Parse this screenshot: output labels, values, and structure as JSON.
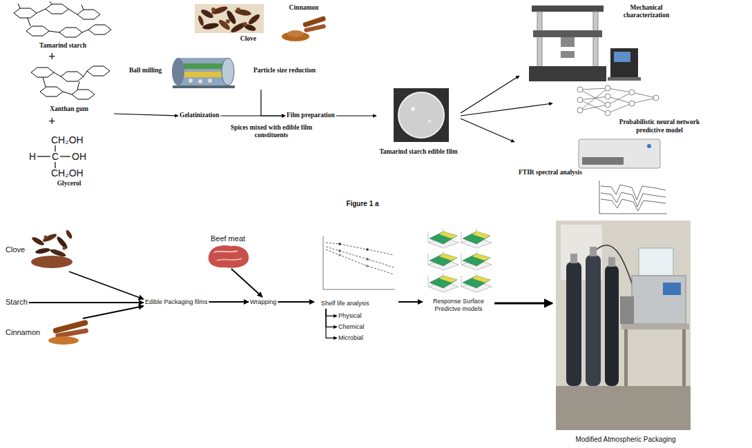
{
  "diagram": {
    "caption": "Figure 1 a",
    "nodes": [
      {
        "text": [
          "Tamarind starch"
        ]
      },
      {
        "text": [
          "Xanthan gum"
        ]
      },
      {
        "text": [
          "Glycerol"
        ]
      },
      {
        "text": [
          "Gelatinization"
        ]
      },
      {
        "text": [
          "Clove"
        ]
      },
      {
        "text": [
          "Cinnamon"
        ]
      },
      {
        "text": [
          "Ball milling",
          "Particle size reduction"
        ]
      },
      {
        "text": [
          "Film preparation"
        ]
      },
      {
        "text": [
          "Tamarind starch edible film"
        ]
      },
      {
        "text": [
          "Mechanical characterization"
        ]
      },
      {
        "text": [
          "Probabilistic neural network predictive model"
        ]
      },
      {
        "text": [
          "FTIR spectral analysis"
        ]
      },
      {
        "text": [
          "Clove"
        ]
      },
      {
        "text": [
          "Starch"
        ]
      },
      {
        "text": [
          "Cinnamon"
        ]
      },
      {
        "text": [
          "Edible Packaging films"
        ]
      },
      {
        "text": [
          "Beef meat"
        ]
      },
      {
        "text": [
          "Wrapping"
        ]
      },
      {
        "text": [
          "Shelf life analysis"
        ]
      },
      {
        "text": [
          "Physical"
        ]
      },
      {
        "text": [
          "Chemical"
        ]
      },
      {
        "text": [
          "Microbial"
        ]
      },
      {
        "text": [
          "Response Surface Predictve models"
        ]
      },
      {
        "text": [
          "Modified Atmospheric Packaging"
        ]
      }
    ],
    "edges": [
      {
        "from": 1,
        "to": 3,
        "arrow": "to"
      },
      {
        "from": 3,
        "to": 7,
        "arrow": "to"
      },
      {
        "from": 6,
        "to": 7,
        "arrow": "to"
      },
      {
        "from": 7,
        "to": 8,
        "arrow": "to"
      },
      {
        "from": 8,
        "to": 9,
        "arrow": "to"
      },
      {
        "from": 8,
        "to": 10,
        "arrow": "to"
      },
      {
        "from": 8,
        "to": 11,
        "arrow": "to"
      },
      {
        "from": 12,
        "to": 15,
        "arrow": "to"
      },
      {
        "from": 13,
        "to": 15,
        "arrow": "to"
      },
      {
        "from": 14,
        "to": 15,
        "arrow": "to"
      },
      {
        "from": 15,
        "to": 17,
        "arrow": "to"
      },
      {
        "from": 16,
        "to": 17,
        "arrow": "to"
      },
      {
        "from": 17,
        "to": 18,
        "arrow": "to"
      },
      {
        "from": 18,
        "to": 19,
        "arrow": "to"
      },
      {
        "from": 18,
        "to": 20,
        "arrow": "to"
      },
      {
        "from": 18,
        "to": 21,
        "arrow": "to"
      },
      {
        "from": 18,
        "to": 22,
        "arrow": "to"
      },
      {
        "from": 22,
        "to": 23,
        "arrow": "to"
      }
    ],
    "labels": [
      "+",
      "+",
      "CH₂OH",
      "H",
      "C",
      "OH",
      "CH₂OH",
      "Spices mixed with edible film constituents"
    ]
  }
}
